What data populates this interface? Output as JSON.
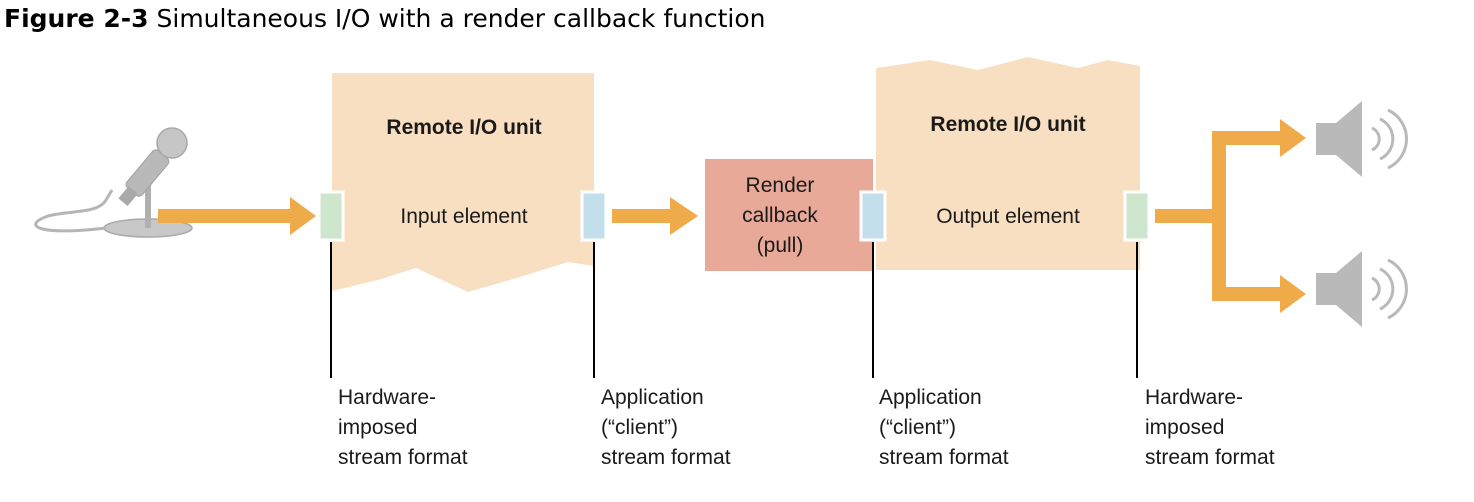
{
  "caption": {
    "figure_number": "Figure 2-3",
    "title": "Simultaneous I/O with a render callback function"
  },
  "input_unit": {
    "title": "Remote I/O unit",
    "element": "Input element"
  },
  "render_callback": {
    "lines": [
      "Render",
      "callback",
      "(pull)"
    ]
  },
  "output_unit": {
    "title": "Remote I/O unit",
    "element": "Output element"
  },
  "format_labels": [
    {
      "lines": [
        "Hardware-",
        "imposed",
        "stream format"
      ]
    },
    {
      "lines": [
        "Application",
        "(“client”)",
        "stream format"
      ]
    },
    {
      "lines": [
        "Application",
        "(“client”)",
        "stream format"
      ]
    },
    {
      "lines": [
        "Hardware-",
        "imposed",
        "stream format"
      ]
    }
  ],
  "colors": {
    "unit_fill": "#f8dfc1",
    "callback_fill": "#e8a999",
    "arrow": "#efaa4a",
    "hardware_port": "#cde6cd",
    "client_port": "#c4dfec",
    "device_gray": "#b9b9b9"
  },
  "icons": {
    "input_device": "microphone-icon",
    "output_devices": [
      "speaker-icon",
      "speaker-icon"
    ]
  }
}
